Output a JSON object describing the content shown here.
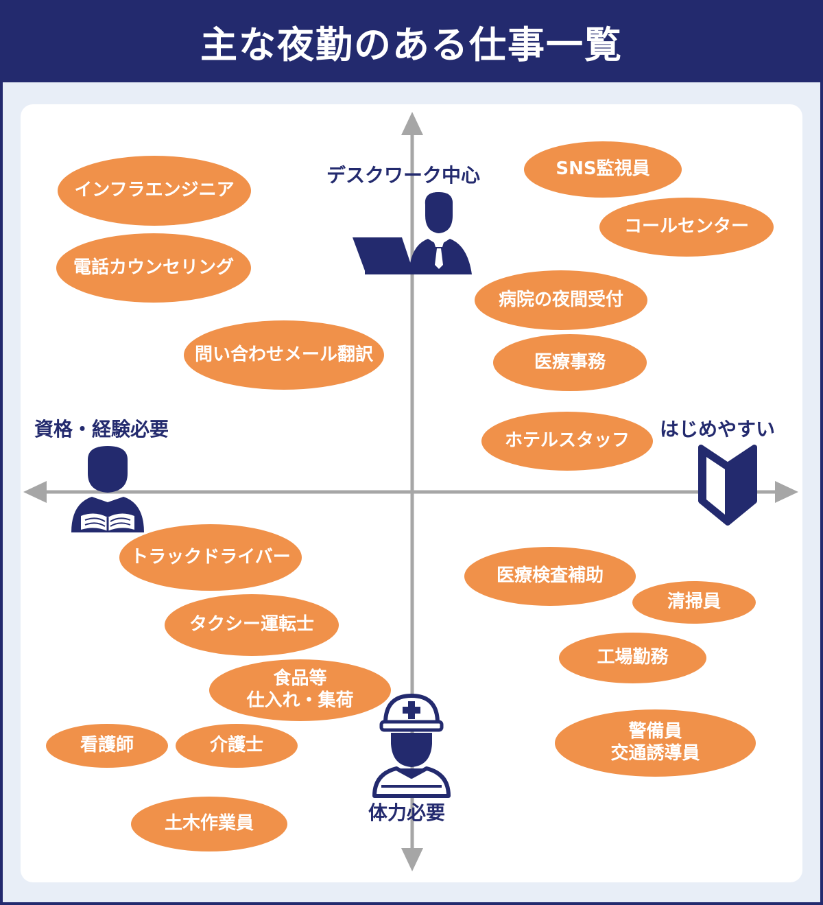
{
  "title": "主な夜勤のある仕事一覧",
  "colors": {
    "navy": "#232a6e",
    "orange": "#f0914a",
    "axis": "#a6a6a6",
    "background": "#e8eef7"
  },
  "axes": {
    "top": "デスクワーク中心",
    "bottom": "体力必要",
    "left": "資格・経験必要",
    "right": "はじめやすい"
  },
  "icons": {
    "top": "office-worker-laptop-icon",
    "bottom": "construction-worker-helmet-icon",
    "left": "student-reading-book-icon",
    "right": "beginner-mark-icon"
  },
  "jobs": [
    "インフラエンジニア",
    "電話カウンセリング",
    "問い合わせメール翻訳",
    "SNS監視員",
    "コールセンター",
    "病院の夜間受付",
    "医療事務",
    "ホテルスタッフ",
    "トラックドライバー",
    "タクシー運転士",
    "食品等\n仕入れ・集荷",
    "看護師",
    "介護士",
    "土木作業員",
    "医療検査補助",
    "清掃員",
    "工場勤務",
    "警備員\n交通誘導員"
  ]
}
